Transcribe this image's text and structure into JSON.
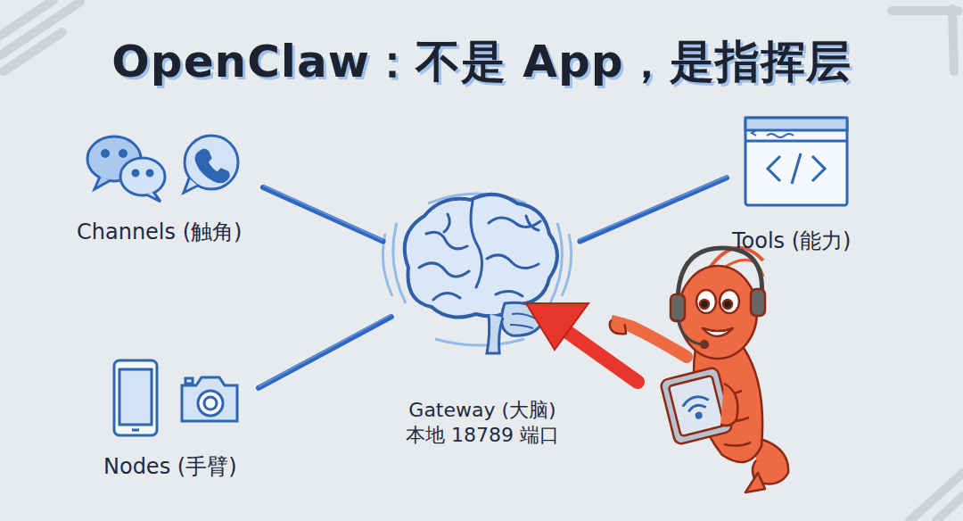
{
  "diagram": {
    "title": "OpenClaw：不是 App，是指挥层",
    "nodes": [
      {
        "text": [
          "Channels (触角)"
        ]
      },
      {
        "text": [
          "Tools (能力)"
        ]
      },
      {
        "text": [
          "Gateway (大脑)",
          "本地 18789 端口"
        ]
      },
      {
        "text": [
          "Nodes (手臂)"
        ]
      }
    ],
    "edges": [
      {
        "from": 0,
        "to": 2,
        "arrow": "none"
      },
      {
        "from": 1,
        "to": 2,
        "arrow": "none"
      },
      {
        "from": 3,
        "to": 2,
        "arrow": "none"
      }
    ]
  }
}
